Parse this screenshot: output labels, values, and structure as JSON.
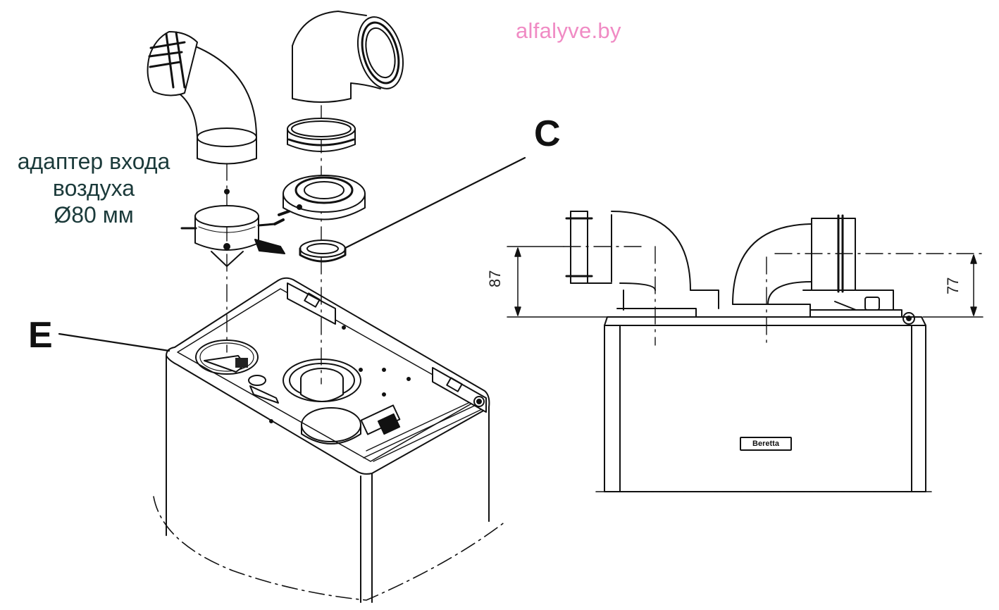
{
  "watermark": "alfalyve.by",
  "adapter_label": {
    "line1": "адаптер входа",
    "line2": "воздуха",
    "line3": "Ø80 мм"
  },
  "callouts": {
    "c": "C",
    "e": "E"
  },
  "dimensions": {
    "left": "87",
    "right": "77"
  },
  "brand_plate": "Beretta",
  "colors": {
    "line": "#111111",
    "watermark": "#f08bc4",
    "label": "#1b3a3a"
  }
}
